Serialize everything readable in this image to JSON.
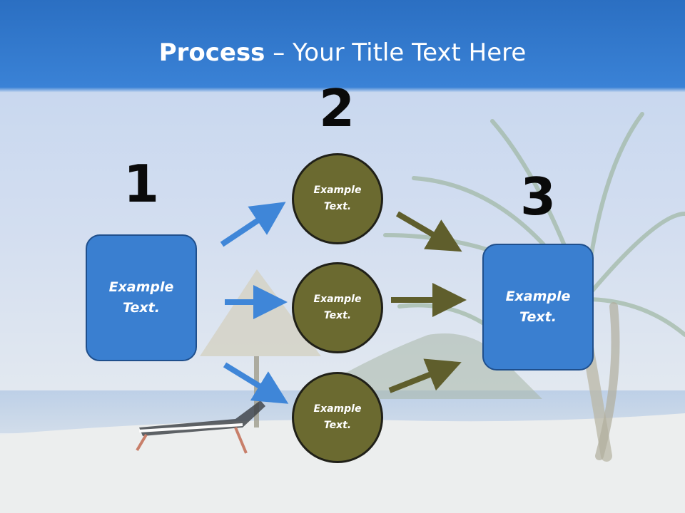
{
  "slide": {
    "title_bold": "Process",
    "title_rest": " – Your Title Text Here"
  },
  "steps": {
    "one": "1",
    "two": "2",
    "three": "3"
  },
  "nodes": {
    "left_box": {
      "line1": "Example",
      "line2": "Text."
    },
    "circle_top": {
      "line1": "Example",
      "line2": "Text."
    },
    "circle_middle": {
      "line1": "Example",
      "line2": "Text."
    },
    "circle_bottom": {
      "line1": "Example",
      "line2": "Text."
    },
    "right_box": {
      "line1": "Example",
      "line2": "Text."
    }
  },
  "colors": {
    "header_blue": "#2f7ad0",
    "box_blue": "#3a7fd0",
    "circle_olive": "#6b6a30",
    "arrow_blue": "#3f86d8",
    "arrow_olive": "#5f5e2c"
  }
}
